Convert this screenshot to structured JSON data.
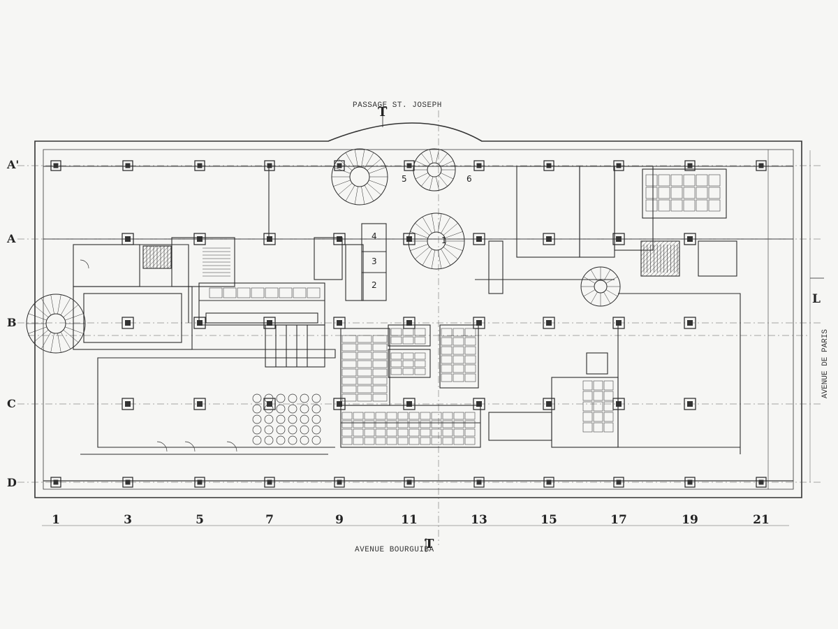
{
  "streets": {
    "top": "PASSAGE   ST.   JOSEPH",
    "bottom": "AVENUE     BOURGUIBA",
    "right": "AVENUE  DE  PARIS"
  },
  "section_marks": {
    "top": "T",
    "bottom": "T",
    "right": "L"
  },
  "row_labels": [
    "A'",
    "A",
    "B",
    "C",
    "D"
  ],
  "column_labels": [
    "1",
    "3",
    "5",
    "7",
    "9",
    "11",
    "13",
    "15",
    "17",
    "19",
    "21"
  ],
  "room_numbers": [
    "5",
    "6",
    "4",
    "3",
    "2",
    "1"
  ]
}
